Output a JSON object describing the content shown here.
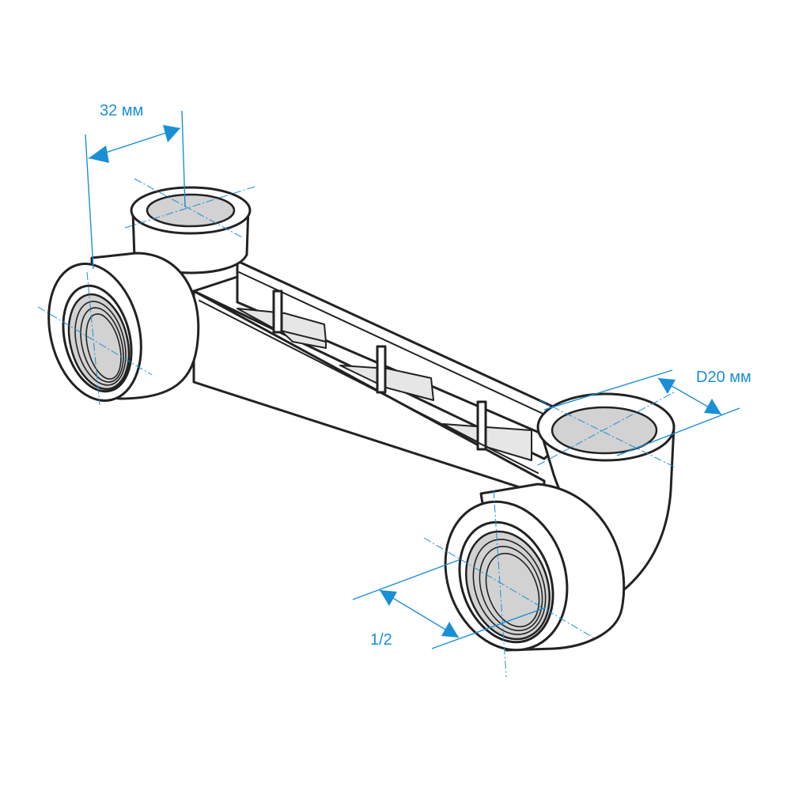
{
  "colors": {
    "dimension": "#1a8fd6",
    "outline": "#222222",
    "inner": "#d2d2d2"
  },
  "labels": {
    "top_width": "32 мм",
    "outlet_diameter": "D20 мм",
    "thread_size": "1/2"
  }
}
